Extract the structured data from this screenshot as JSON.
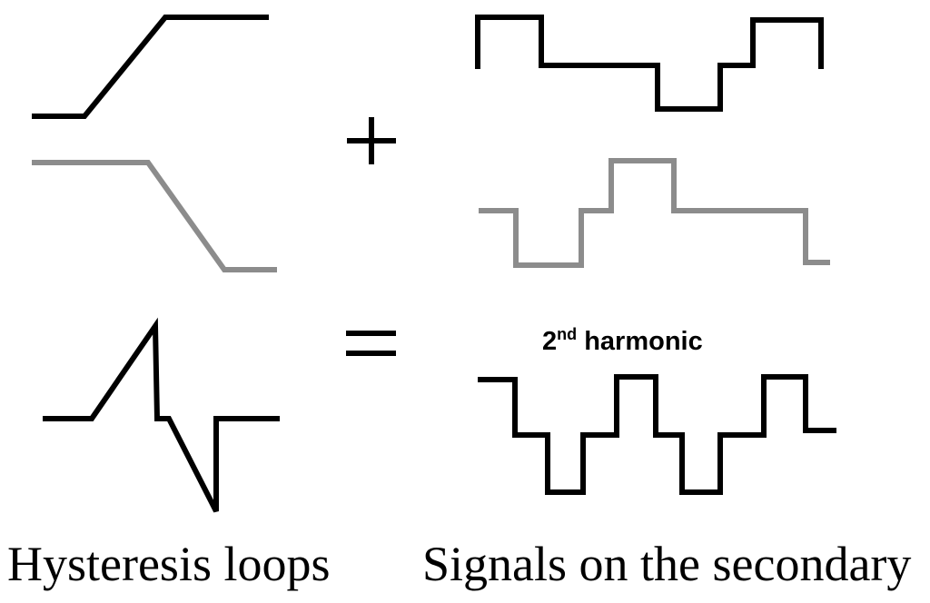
{
  "captions": {
    "left": "Hysteresis loops",
    "right": "Signals on the secondary"
  },
  "harmonic_label": {
    "number": "2",
    "suffix": "nd",
    "text": "harmonic"
  },
  "operators": [
    "+",
    "="
  ],
  "colors": {
    "primary_trace": "#000000",
    "secondary_trace": "#8c8c8c",
    "background": "#ffffff"
  }
}
